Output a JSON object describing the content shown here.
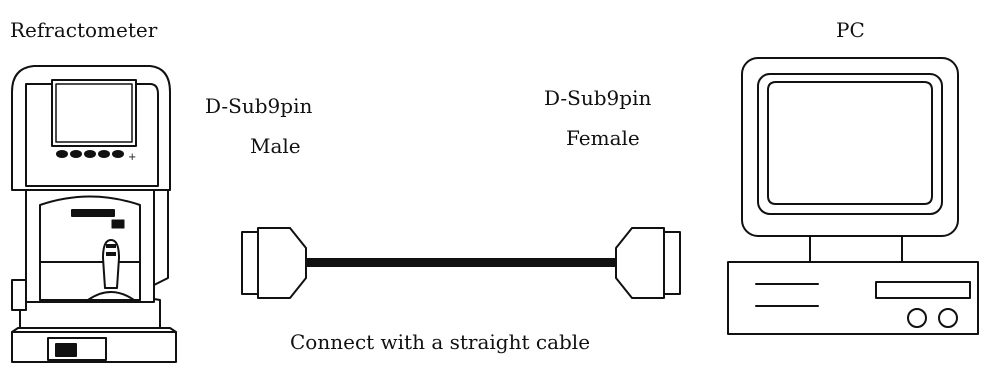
{
  "labels": {
    "refractometer": "Refractometer",
    "pc": "PC",
    "male_connector_type": "D-Sub9pin",
    "male_connector_gender": "Male",
    "female_connector_type": "D-Sub9pin",
    "female_connector_gender": "Female",
    "cable_caption": "Connect with a straight cable"
  },
  "colors": {
    "line": "#111111",
    "background": "#ffffff"
  }
}
